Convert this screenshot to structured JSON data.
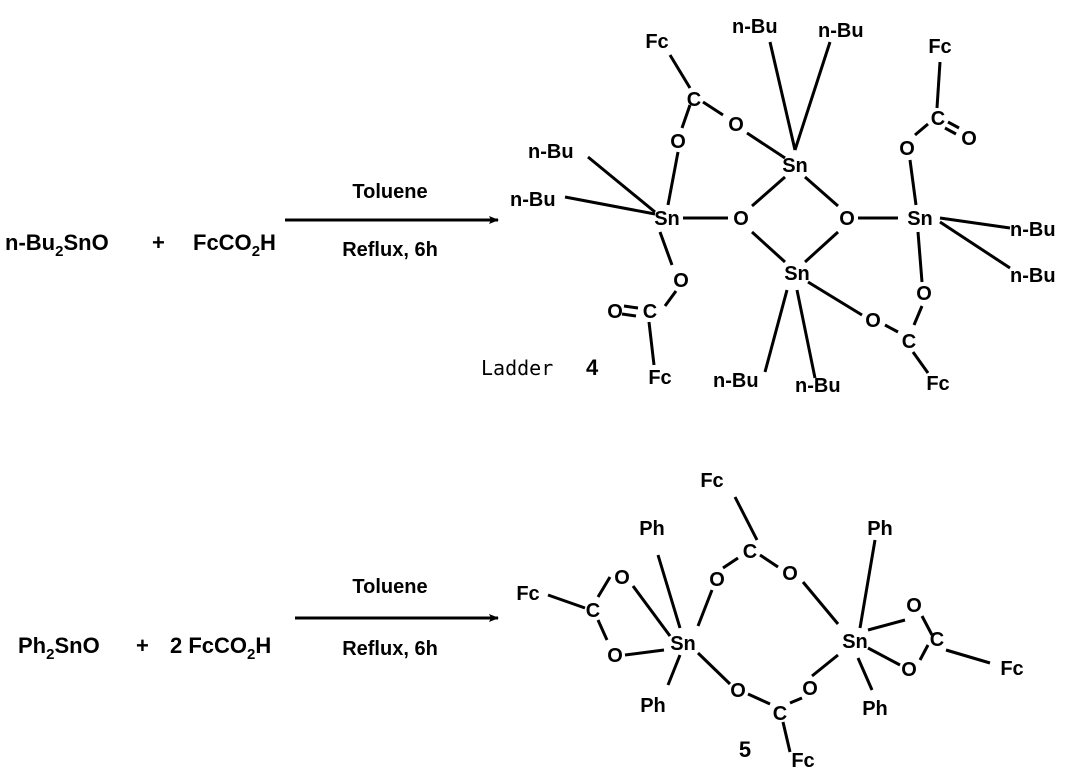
{
  "reaction1": {
    "reactant1": {
      "prefix": "n",
      "text": "-Bu",
      "sub": "2",
      "tail": "SnO"
    },
    "plus": "+",
    "reactant2": {
      "text": "FcCO",
      "sub": "2",
      "tail": "H"
    },
    "condition_top": "Toluene",
    "condition_bottom": "Reflux, 6h",
    "product_label": "Ladder",
    "product_number": "4",
    "atoms": {
      "sn": "Sn",
      "o": "O",
      "c": "C",
      "fc": "Fc",
      "bu_prefix": "n",
      "bu": "-Bu"
    }
  },
  "reaction2": {
    "reactant1": {
      "text": "Ph",
      "sub": "2",
      "tail": "SnO"
    },
    "plus": "+",
    "reactant2": {
      "text": "2 FcCO",
      "sub": "2",
      "tail": "H"
    },
    "condition_top": "Toluene",
    "condition_bottom": "Reflux, 6h",
    "product_number": "5",
    "atoms": {
      "sn": "Sn",
      "o": "O",
      "c": "C",
      "fc": "Fc",
      "ph": "Ph"
    }
  }
}
